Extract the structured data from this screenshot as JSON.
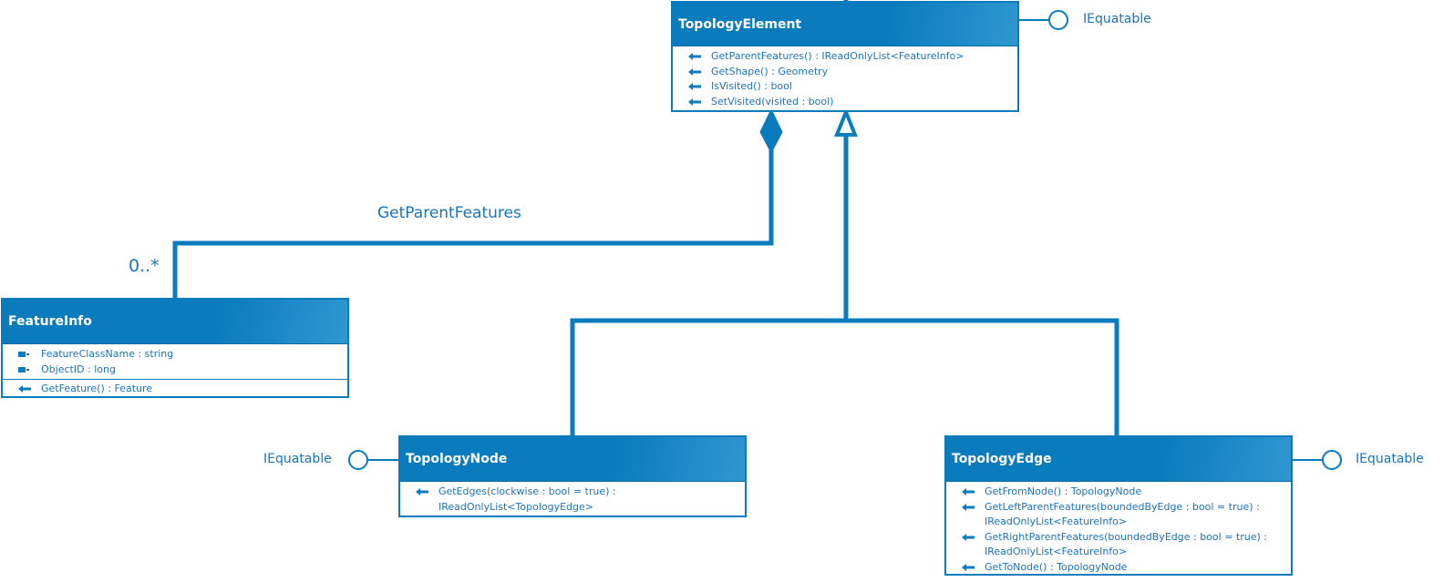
{
  "classes": {
    "topology_element": {
      "title": "TopologyElement",
      "methods": [
        "GetParentFeatures() : IReadOnlyList<FeatureInfo>",
        "GetShape() : Geometry",
        "IsVisited() : bool",
        "SetVisited(visited : bool)"
      ]
    },
    "feature_info": {
      "title": "FeatureInfo",
      "properties": [
        "FeatureClassName : string",
        "ObjectID : long"
      ],
      "methods": [
        "GetFeature() : Feature"
      ]
    },
    "topology_node": {
      "title": "TopologyNode",
      "methods": [
        [
          "GetEdges(clockwise : bool = true) :",
          "IReadOnlyList<TopologyEdge>"
        ]
      ]
    },
    "topology_edge": {
      "title": "TopologyEdge",
      "methods": [
        [
          "GetFromNode() : TopologyNode"
        ],
        [
          "GetLeftParentFeatures(boundedByEdge : bool = true) :",
          "IReadOnlyList<FeatureInfo>"
        ],
        [
          "GetRightParentFeatures(boundedByEdge : bool = true) :",
          "IReadOnlyList<FeatureInfo>"
        ],
        [
          "GetToNode() : TopologyNode"
        ]
      ]
    }
  },
  "interfaces": {
    "topology_element": "IEquatable",
    "topology_node": "IEquatable",
    "topology_edge": "IEquatable"
  },
  "association": {
    "label": "GetParentFeatures",
    "multiplicity": "0..*"
  },
  "colors": {
    "header": "#0a7bbd",
    "line": "#0a7bbd",
    "text": "#1a74b8"
  }
}
